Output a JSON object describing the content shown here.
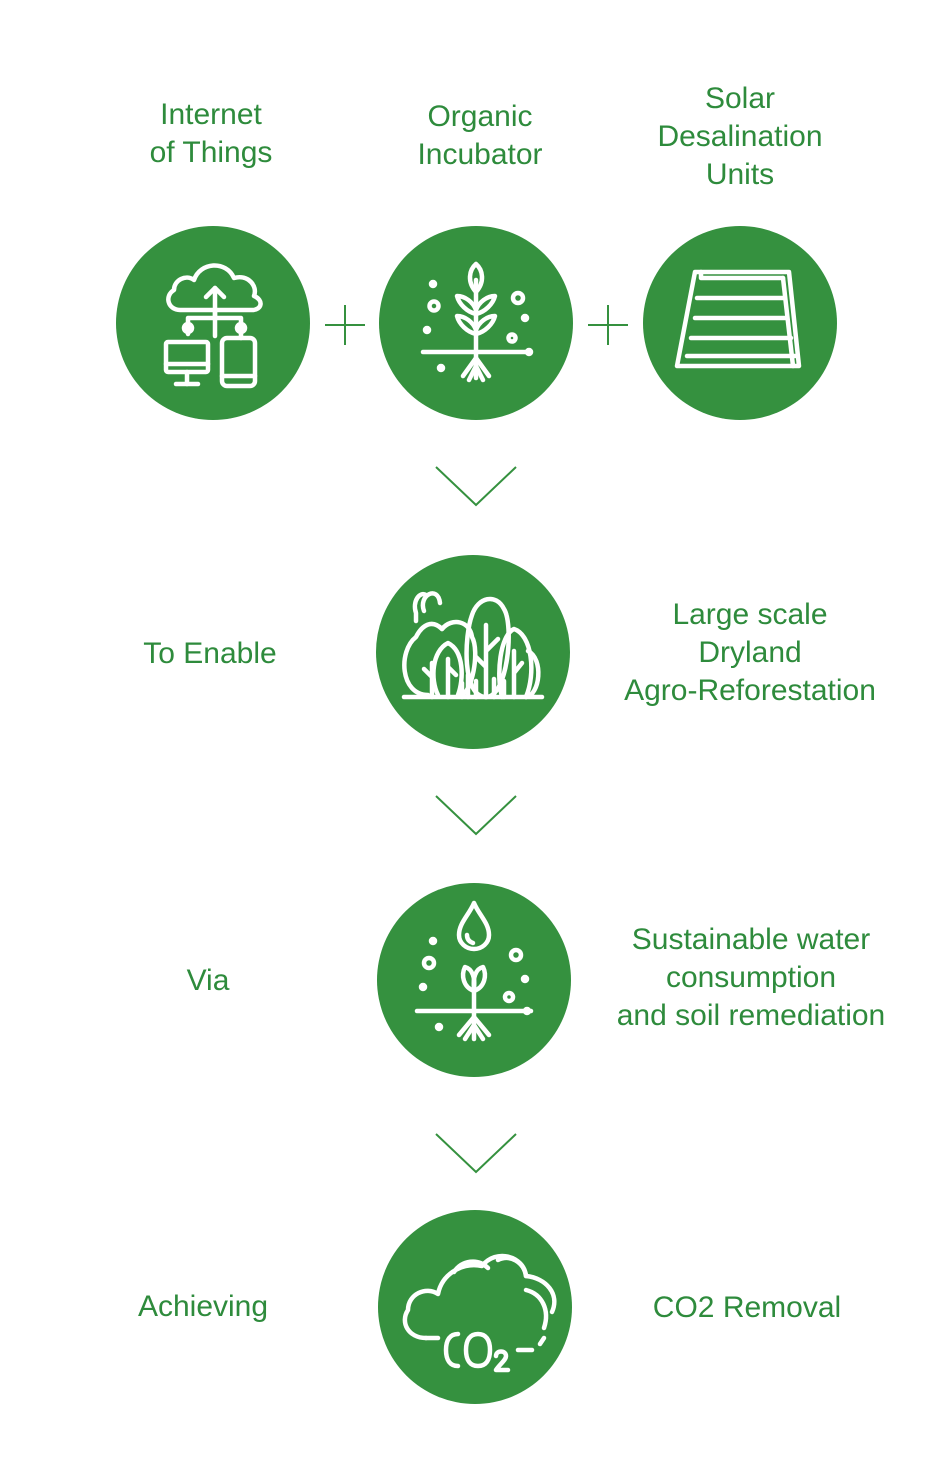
{
  "top": {
    "iot": {
      "lines": [
        "Internet",
        "of Things"
      ],
      "icon": "cloud-devices-icon"
    },
    "incubator": {
      "lines": [
        "Organic",
        "Incubator"
      ],
      "icon": "sprout-roots-icon"
    },
    "solar": {
      "lines": [
        "Solar",
        "Desalination",
        "Units"
      ],
      "icon": "solar-panel-icon"
    }
  },
  "steps": [
    {
      "left": "To Enable",
      "right": [
        "Large scale",
        "Dryland",
        "Agro-Reforestation"
      ],
      "icon": "forest-icon"
    },
    {
      "left": "Via",
      "right": [
        "Sustainable water",
        "consumption",
        "and soil remediation"
      ],
      "icon": "water-drop-sprout-icon"
    },
    {
      "left": "Achieving",
      "right": [
        "CO2 Removal"
      ],
      "icon": "co2-cloud-icon"
    }
  ],
  "colors": {
    "circle": "#35913f",
    "text": "#2e8b3c",
    "background": "#ffffff"
  }
}
